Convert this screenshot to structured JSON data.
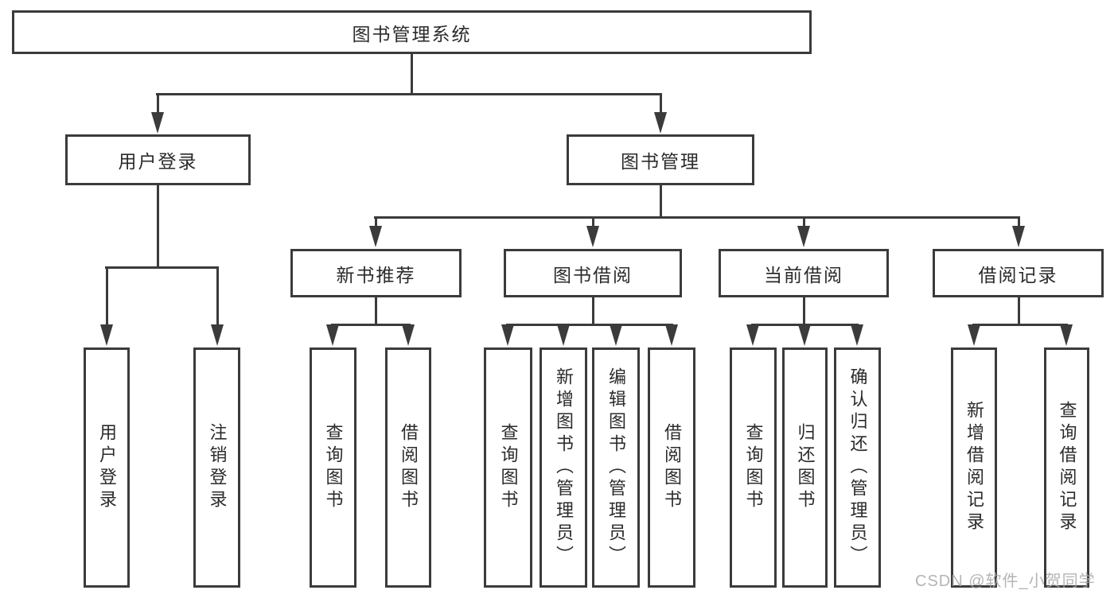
{
  "diagram": {
    "title": "图书管理系统",
    "watermark": "CSDN @软件_小贺同学",
    "colors": {
      "line": "#3b3b3b",
      "text": "#2b2b2b",
      "watermark": "#a8a8a8",
      "background": "#ffffff"
    },
    "tree": {
      "label": "图书管理系统",
      "children": [
        {
          "label": "用户登录",
          "children": [
            {
              "label": "用户登录"
            },
            {
              "label": "注销登录"
            }
          ]
        },
        {
          "label": "图书管理",
          "children": [
            {
              "label": "新书推荐",
              "children": [
                {
                  "label": "查询图书"
                },
                {
                  "label": "借阅图书"
                }
              ]
            },
            {
              "label": "图书借阅",
              "children": [
                {
                  "label": "查询图书"
                },
                {
                  "label": "新增图书（管理员）"
                },
                {
                  "label": "编辑图书（管理员）"
                },
                {
                  "label": "借阅图书"
                }
              ]
            },
            {
              "label": "当前借阅",
              "children": [
                {
                  "label": "查询图书"
                },
                {
                  "label": "归还图书"
                },
                {
                  "label": "确认归还（管理员）"
                }
              ]
            },
            {
              "label": "借阅记录",
              "children": [
                {
                  "label": "新增借阅记录"
                },
                {
                  "label": "查询借阅记录"
                }
              ]
            }
          ]
        }
      ]
    }
  }
}
